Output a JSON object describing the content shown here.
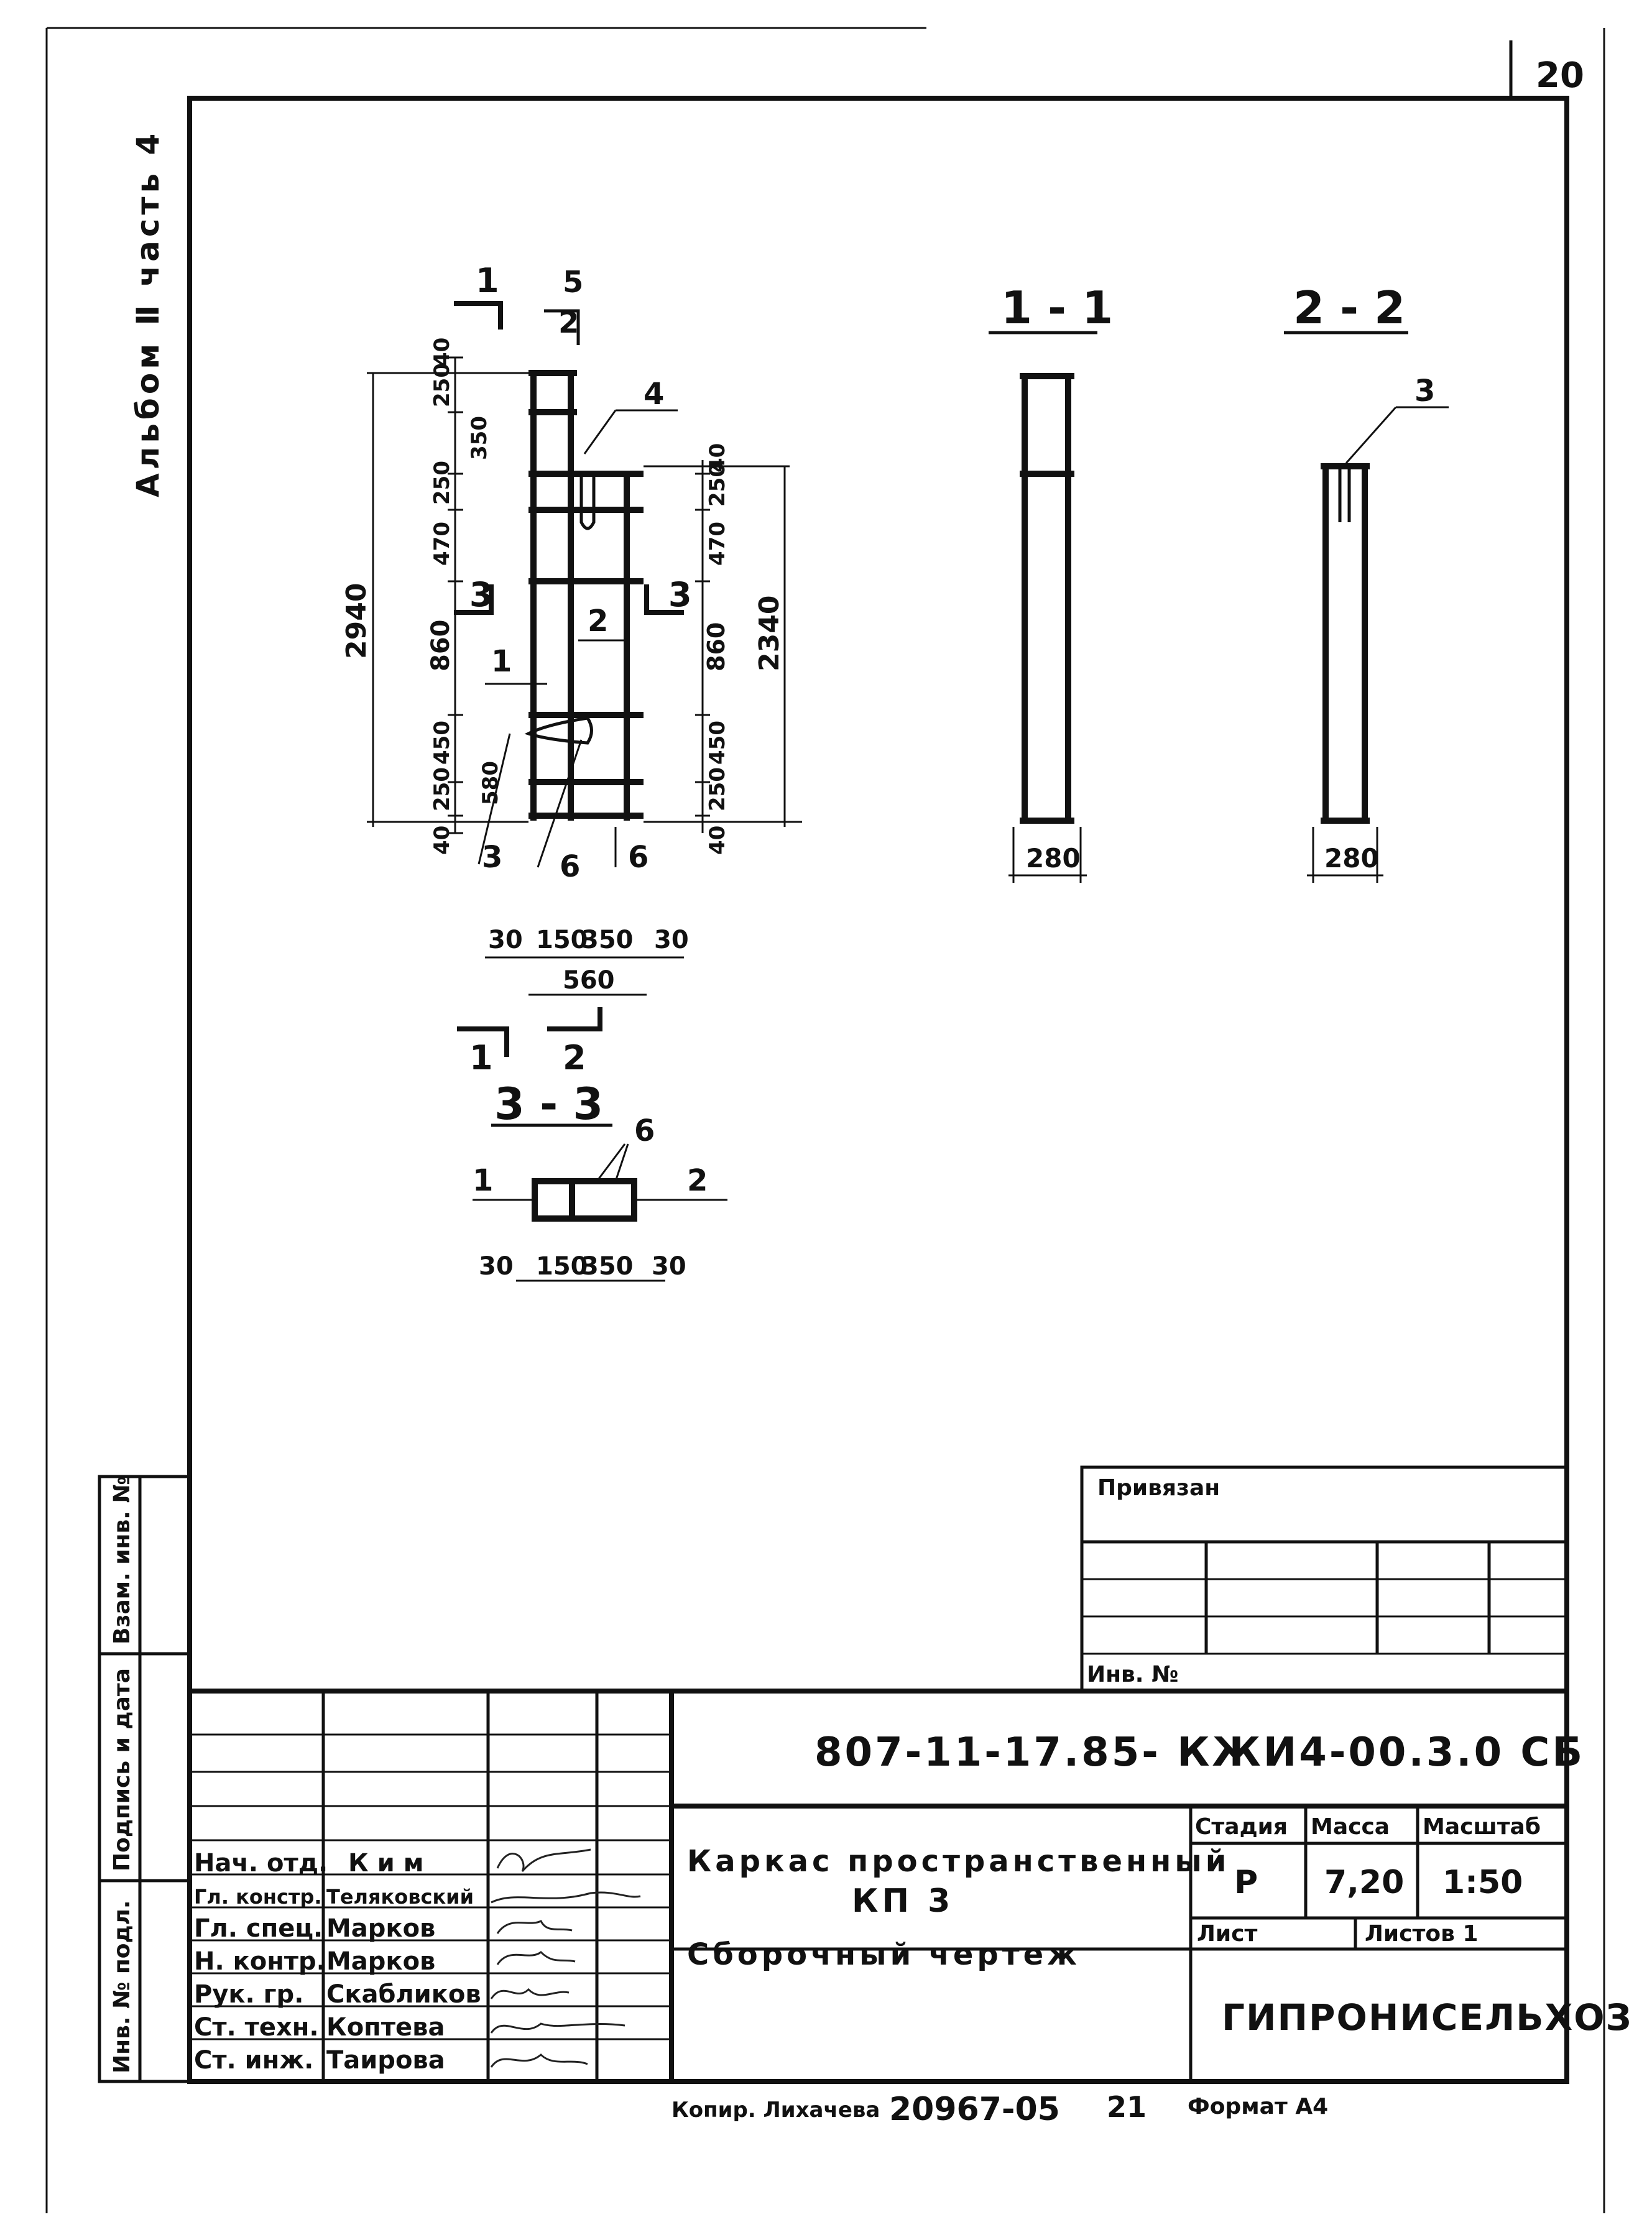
{
  "sheet": {
    "page_number": "20",
    "album_caption": "Альбом Ⅱ часть 4",
    "copy_line": {
      "copied": "Копир. Лихачева",
      "order_number": "20967-05",
      "sheet_number": "21",
      "format": "Формат А4"
    }
  },
  "drawing": {
    "elevation": {
      "section_marks": {
        "a": "1",
        "b": "2",
        "c": "3"
      },
      "top_label": "5",
      "dims_left": [
        "40",
        "250",
        "350",
        "250",
        "470",
        "860",
        "450",
        "250",
        "580",
        "40"
      ],
      "overall_left": "2940",
      "dims_right": [
        "40",
        "250",
        "470",
        "860",
        "450",
        "250",
        "40"
      ],
      "overall_right": "2340",
      "bottom_dims": [
        "30",
        "150",
        "350",
        "30"
      ],
      "bottom_total": "560",
      "positions": {
        "p1": "1",
        "p2": "2",
        "p3": "3",
        "p4": "4",
        "p6a": "6",
        "p6b": "6"
      }
    },
    "section_1_1": {
      "title": "1 - 1",
      "width_dim": "280"
    },
    "section_2_2": {
      "title": "2 - 2",
      "width_dim": "280",
      "position": "3"
    },
    "section_3_3": {
      "title": "3 - 3",
      "pos_left": "1",
      "pos_right": "2",
      "pos_top": "6",
      "dims": [
        "30",
        "150",
        "350",
        "30"
      ]
    }
  },
  "side_stamp": {
    "cells": [
      "Взам. инв. №",
      "Подпись и дата",
      "Инв. № подл."
    ]
  },
  "binding_block": {
    "bound_label": "Привязан",
    "inv_label": "Инв. №"
  },
  "title_block": {
    "document_code": "807-11-17.85- КЖИ4-00.3.0 СБ",
    "title_line1": "Каркас пространственный",
    "title_line2": "КП 3",
    "title_line3": "Сборочный чертеж",
    "headers": {
      "stage": "Стадия",
      "mass": "Масса",
      "scale": "Масштаб"
    },
    "values": {
      "stage": "Р",
      "mass": "7,20",
      "scale": "1:50"
    },
    "sheet_label": "Лист",
    "sheets_label": "Листов 1",
    "organization": "ГИПРОНИСЕЛЬХОЗ",
    "staff": [
      {
        "role": "Нач. отд.",
        "name": "Ким"
      },
      {
        "role": "Гл. констр.",
        "name": "Теляковский"
      },
      {
        "role": "Гл. спец.",
        "name": "Марков"
      },
      {
        "role": "Н. контр.",
        "name": "Марков"
      },
      {
        "role": "Рук. гр.",
        "name": "Скабликов"
      },
      {
        "role": "Ст. техн.",
        "name": "Коптева"
      },
      {
        "role": "Ст. инж.",
        "name": "Таирова"
      }
    ]
  }
}
